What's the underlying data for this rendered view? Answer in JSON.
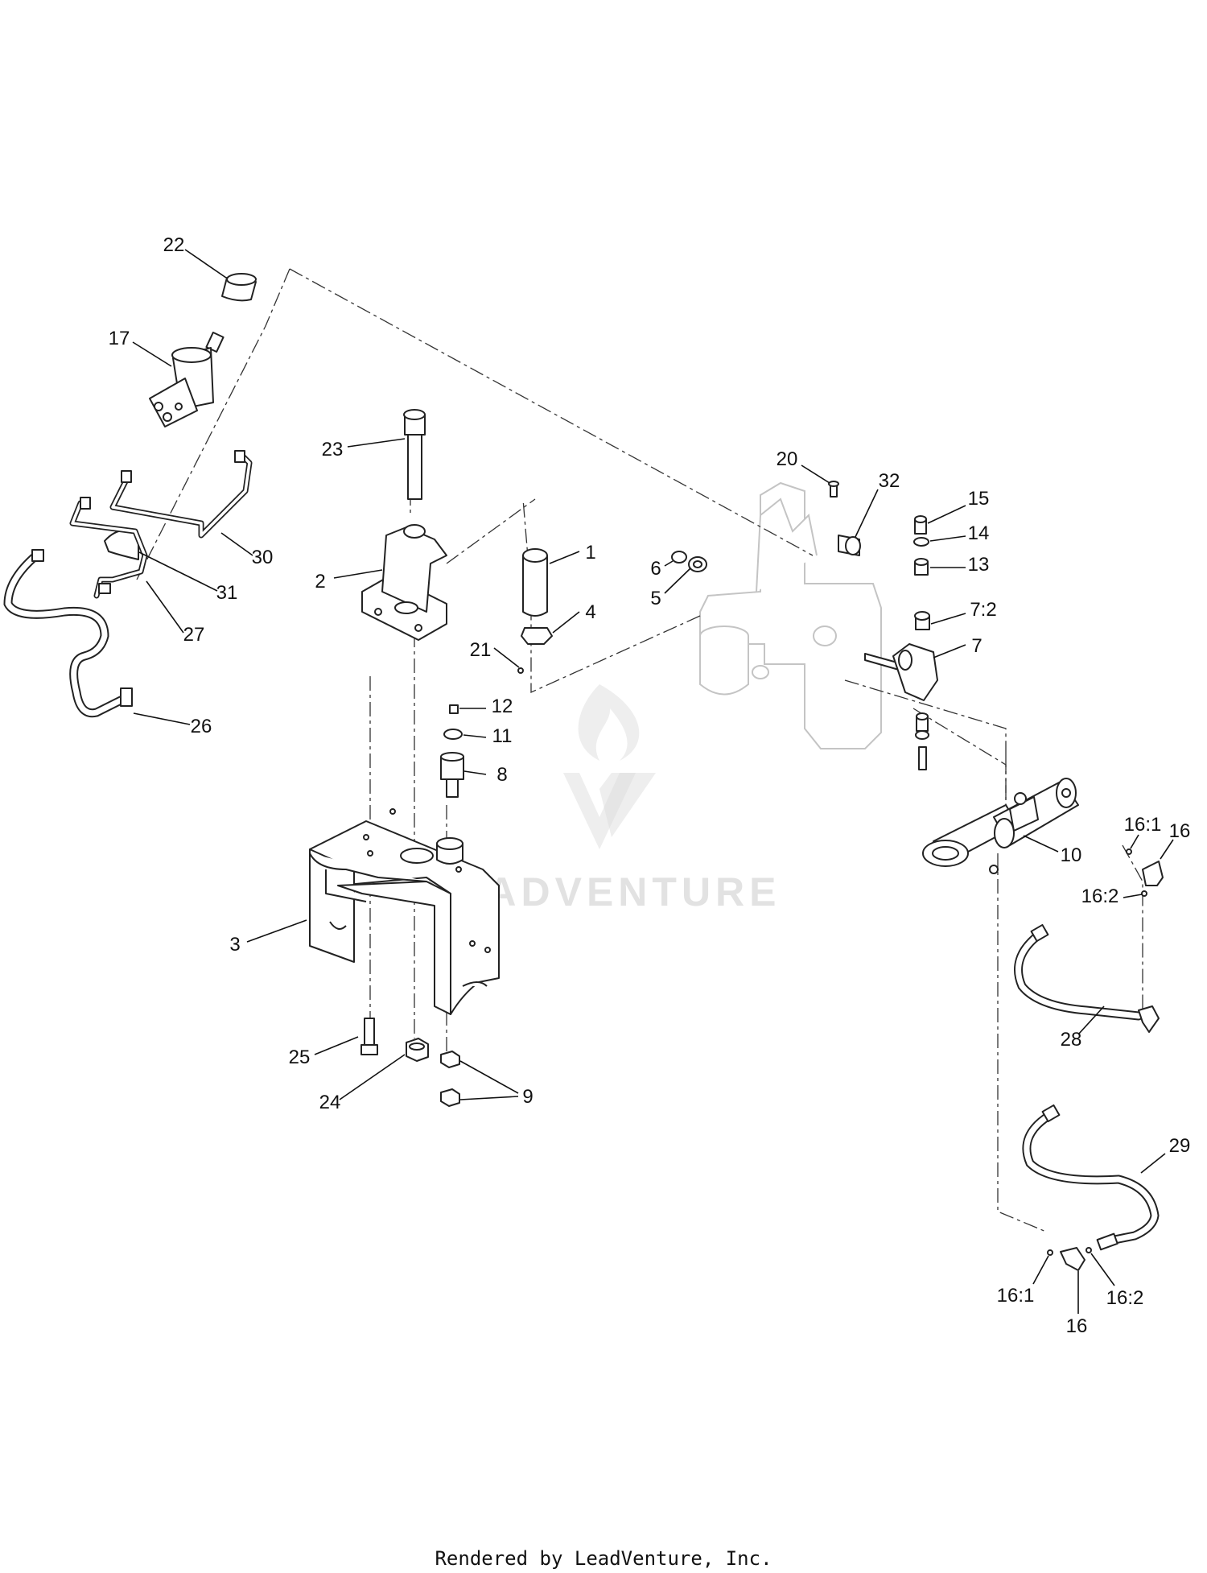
{
  "callouts": {
    "c22": "22",
    "c17": "17",
    "c23": "23",
    "c2": "2",
    "c1": "1",
    "c4": "4",
    "c21": "21",
    "c6": "6",
    "c5": "5",
    "c20": "20",
    "c32": "32",
    "c15": "15",
    "c14": "14",
    "c13": "13",
    "c7_2": "7:2",
    "c7": "7",
    "c12": "12",
    "c11": "11",
    "c8": "8",
    "c3": "3",
    "c25": "25",
    "c24": "24",
    "c9": "9",
    "c30": "30",
    "c31": "31",
    "c27": "27",
    "c26": "26",
    "c16_1a": "16:1",
    "c16a": "16",
    "c10": "10",
    "c16_2a": "16:2",
    "c28": "28",
    "c29": "29",
    "c16_1b": "16:1",
    "c16b": "16",
    "c16_2b": "16:2"
  },
  "watermark": "LEADVENTURE",
  "footer": "Rendered by LeadVenture, Inc."
}
